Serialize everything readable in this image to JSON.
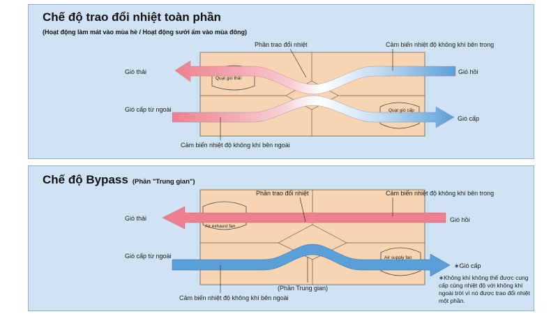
{
  "full_mode": {
    "title": "Chế độ trao đổi nhiệt toàn phần",
    "subtitle": "(Hoạt động làm mát vào mùa hè / Hoạt động sưởi ấm vào mùa đông)",
    "labels": {
      "exhaust_air": "Gió thải",
      "return_air": "Gió hồi",
      "outdoor_supply": "Gió cấp từ ngoài",
      "supply_air": "Gió cấp",
      "heat_exchanger": "Phần trao đổi nhiệt",
      "indoor_sensor": "Cảm biến nhiệt độ không khí bên trong",
      "outdoor_sensor": "Cảm biến nhiệt độ không khí bên ngoài",
      "exhaust_fan": "Quạt gió thải",
      "supply_fan": "Quạt gió cấp"
    }
  },
  "bypass_mode": {
    "title": "Chế độ Bypass",
    "title_note": "(Phần \"Trung gian\")",
    "labels": {
      "exhaust_air": "Gió thải",
      "return_air": "Gió hồi",
      "outdoor_supply": "Gió cấp từ ngoài",
      "supply_air": "∗Gió cấp",
      "heat_exchanger": "Phần trao đổi nhiệt",
      "indoor_sensor": "Cảm biến nhiệt độ không khí bên trong",
      "outdoor_sensor": "Cảm biến nhiệt độ không khí bên ngoài",
      "exhaust_fan": "Air exhaust fan",
      "supply_fan": "Air supply fan",
      "intermediate": "(Phần Trung gian)"
    },
    "footnote": "∗Không khí không thể được cung cấp cùng nhiệt độ với không khí ngoài trời vì nó được trao đổi nhiệt một phần."
  },
  "colors": {
    "panel": "#cfe3f5",
    "unit": "#f7d5b3",
    "warm": "#ee7f8e",
    "cool": "#5b9fd8"
  }
}
